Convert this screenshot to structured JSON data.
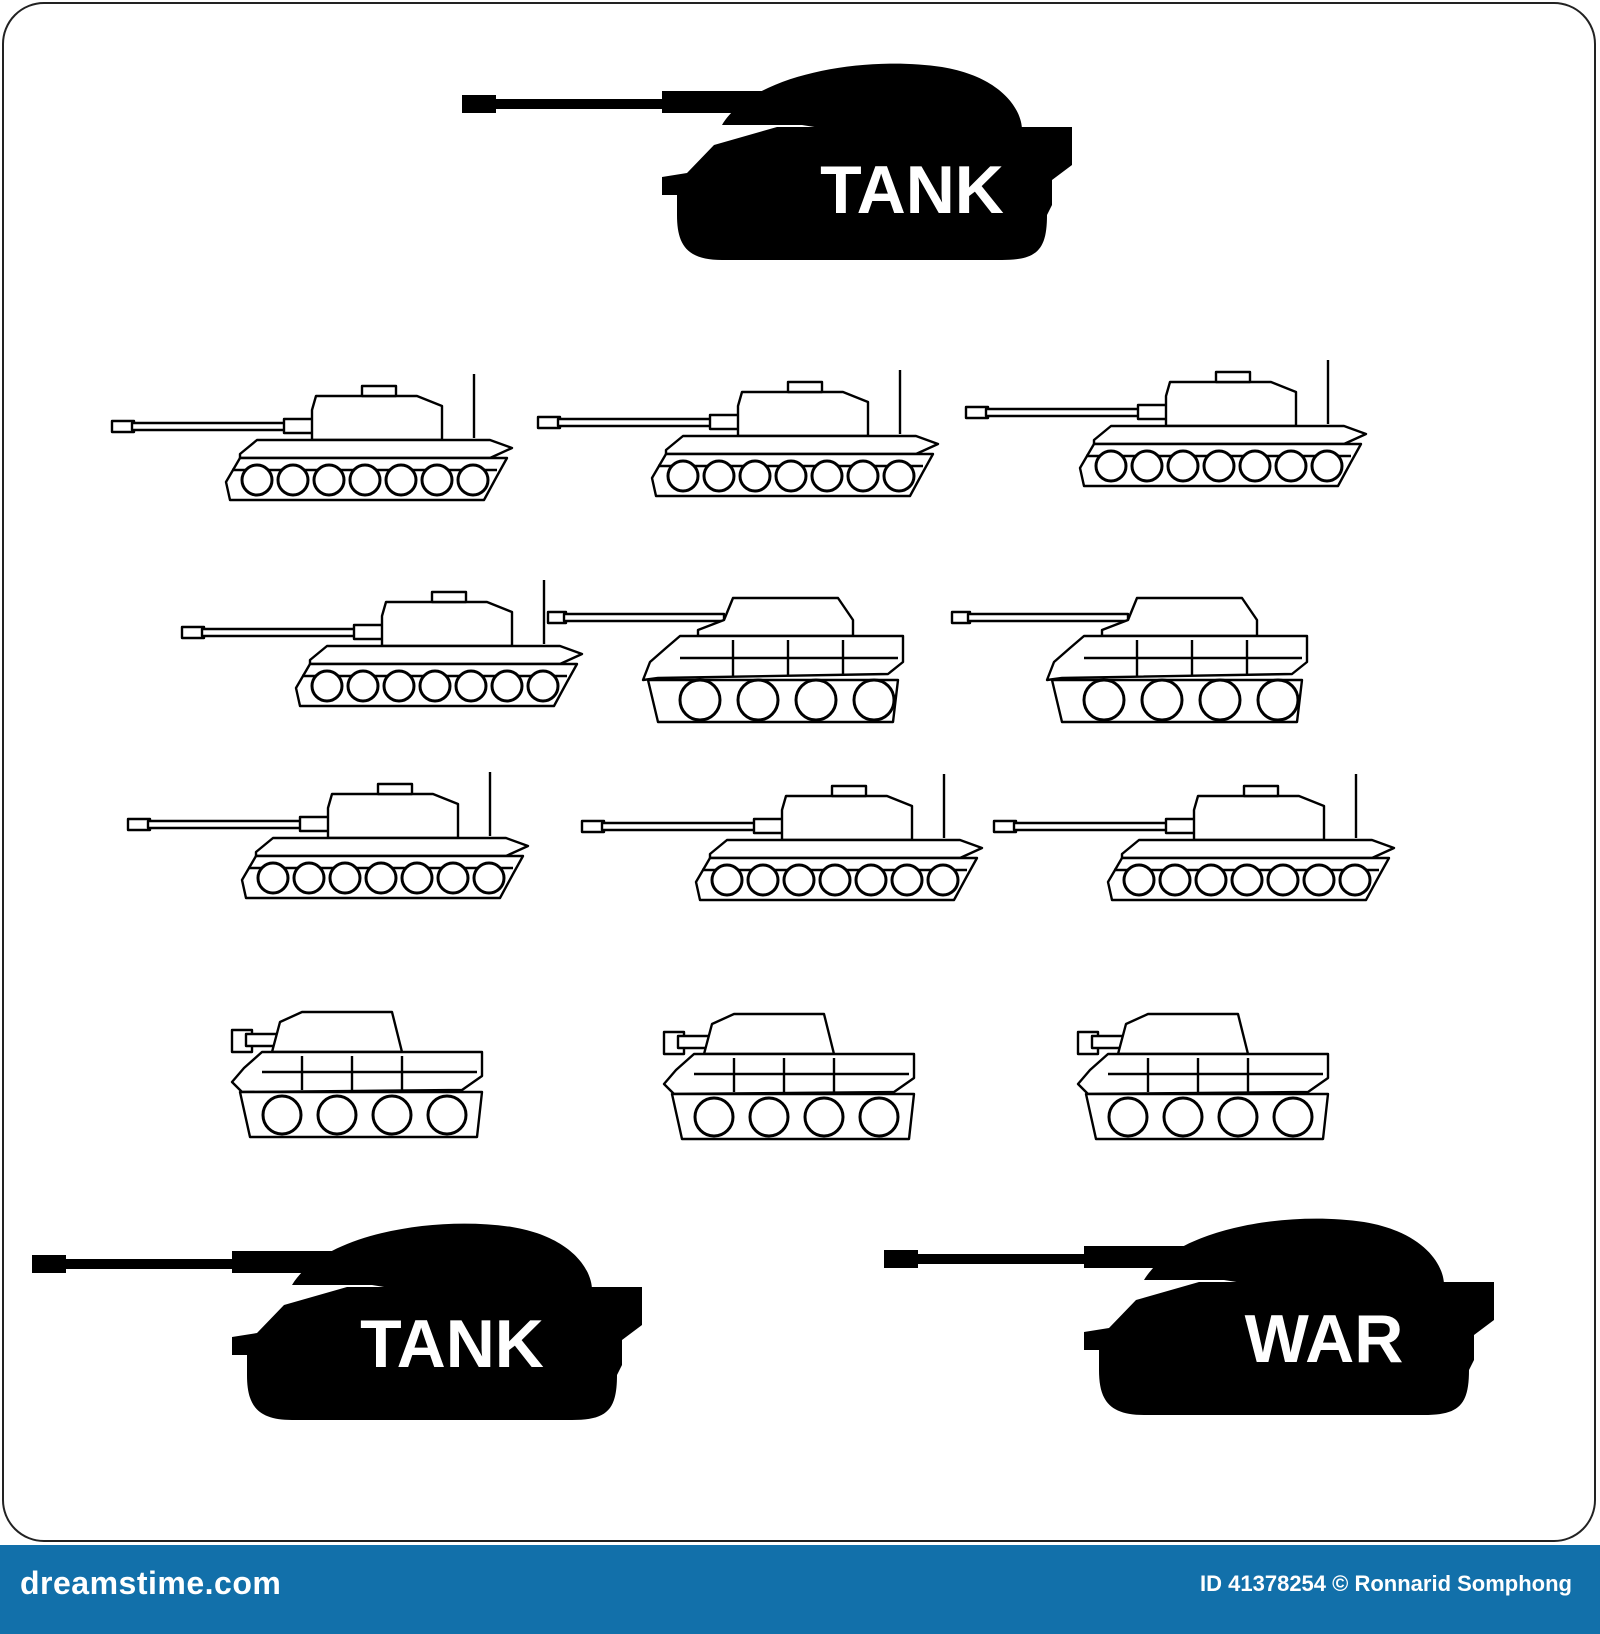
{
  "theme": {
    "ink": "#000000",
    "paper": "#ffffff",
    "footer_bg": "#1270aa",
    "footer_text": "#ffffff"
  },
  "silhouettes": {
    "top_label": "TANK",
    "bottom_left_label": "TANK",
    "bottom_right_label": "WAR"
  },
  "outline_tank_count": 12,
  "footer": {
    "brand": "dreamstime.com",
    "credit": "ID 41378254 © Ronnarid Somphong"
  }
}
